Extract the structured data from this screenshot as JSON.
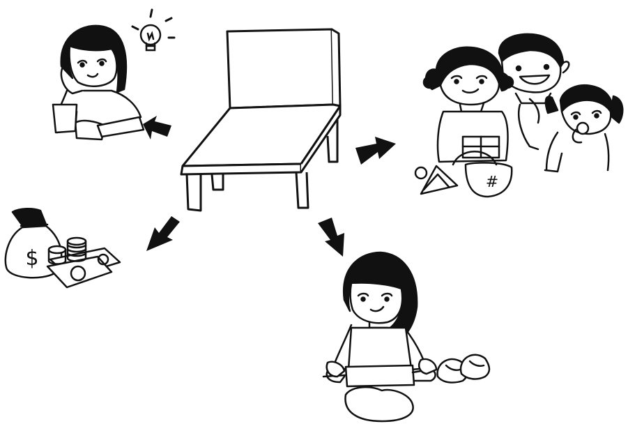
{
  "colors": {
    "ink": "#111111",
    "paper": "#ffffff",
    "hair": "#0d0d0d"
  },
  "scenes": {
    "center": {
      "name": "bench",
      "icon": "bench-icon"
    },
    "top_left": {
      "name": "girl-with-idea",
      "icon": "lightbulb-icon"
    },
    "top_right": {
      "name": "family-with-gifts",
      "icon": "family-icon"
    },
    "bottom_left": {
      "name": "money",
      "icon": "money-bag-icon"
    },
    "bottom_right": {
      "name": "girl-making-dumplings",
      "icon": "rolling-pin-icon"
    }
  },
  "labels": {
    "money_bag_symbol": "$",
    "basket_symbol": "#"
  }
}
